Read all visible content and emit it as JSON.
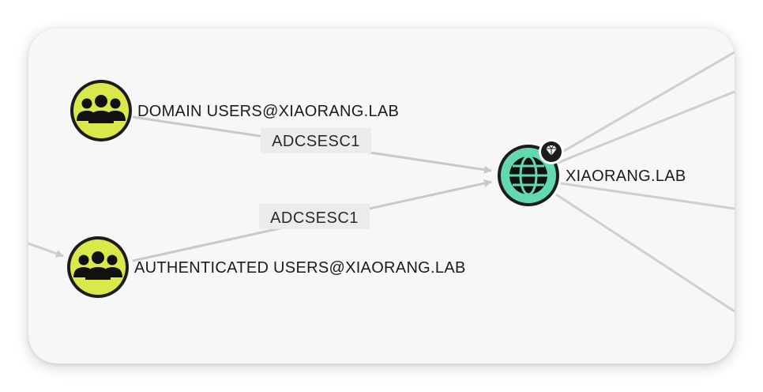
{
  "graph": {
    "nodes": {
      "domain_users": {
        "label": "DOMAIN USERS@XIAORANG.LAB",
        "kind": "group",
        "icon": "users-group-icon",
        "color": "#dbe84a"
      },
      "authenticated_users": {
        "label": "AUTHENTICATED USERS@XIAORANG.LAB",
        "kind": "group",
        "icon": "users-group-icon",
        "color": "#dbe84a"
      },
      "domain": {
        "label": "XIAORANG.LAB",
        "kind": "domain",
        "icon": "globe-icon",
        "badge_icon": "gem-icon",
        "color": "#64d9b0"
      }
    },
    "edges": [
      {
        "from": "domain_users",
        "to": "domain",
        "label": "ADCSESC1"
      },
      {
        "from": "authenticated_users",
        "to": "domain",
        "label": "ADCSESC1"
      }
    ],
    "colors": {
      "edge": "#c9c9c9",
      "node_border": "#1c1c1c",
      "label_bg": "#ececec"
    }
  }
}
